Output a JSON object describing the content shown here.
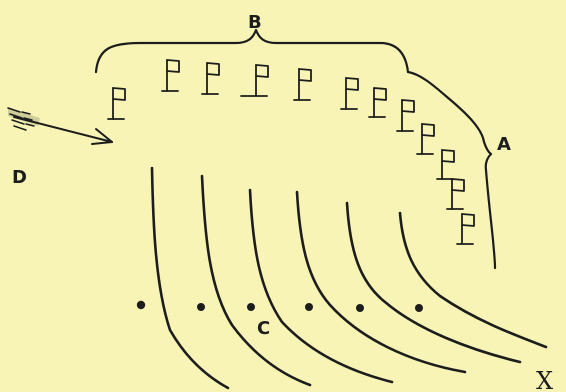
{
  "diagram": {
    "background_color": "#f7f4b6",
    "ink_color": "#1d1d1d",
    "labels": {
      "a": "A",
      "b": "B",
      "c": "C",
      "d": "D",
      "x": "X"
    },
    "flag_count": 12,
    "arc_count": 6,
    "dot_count": 6
  }
}
